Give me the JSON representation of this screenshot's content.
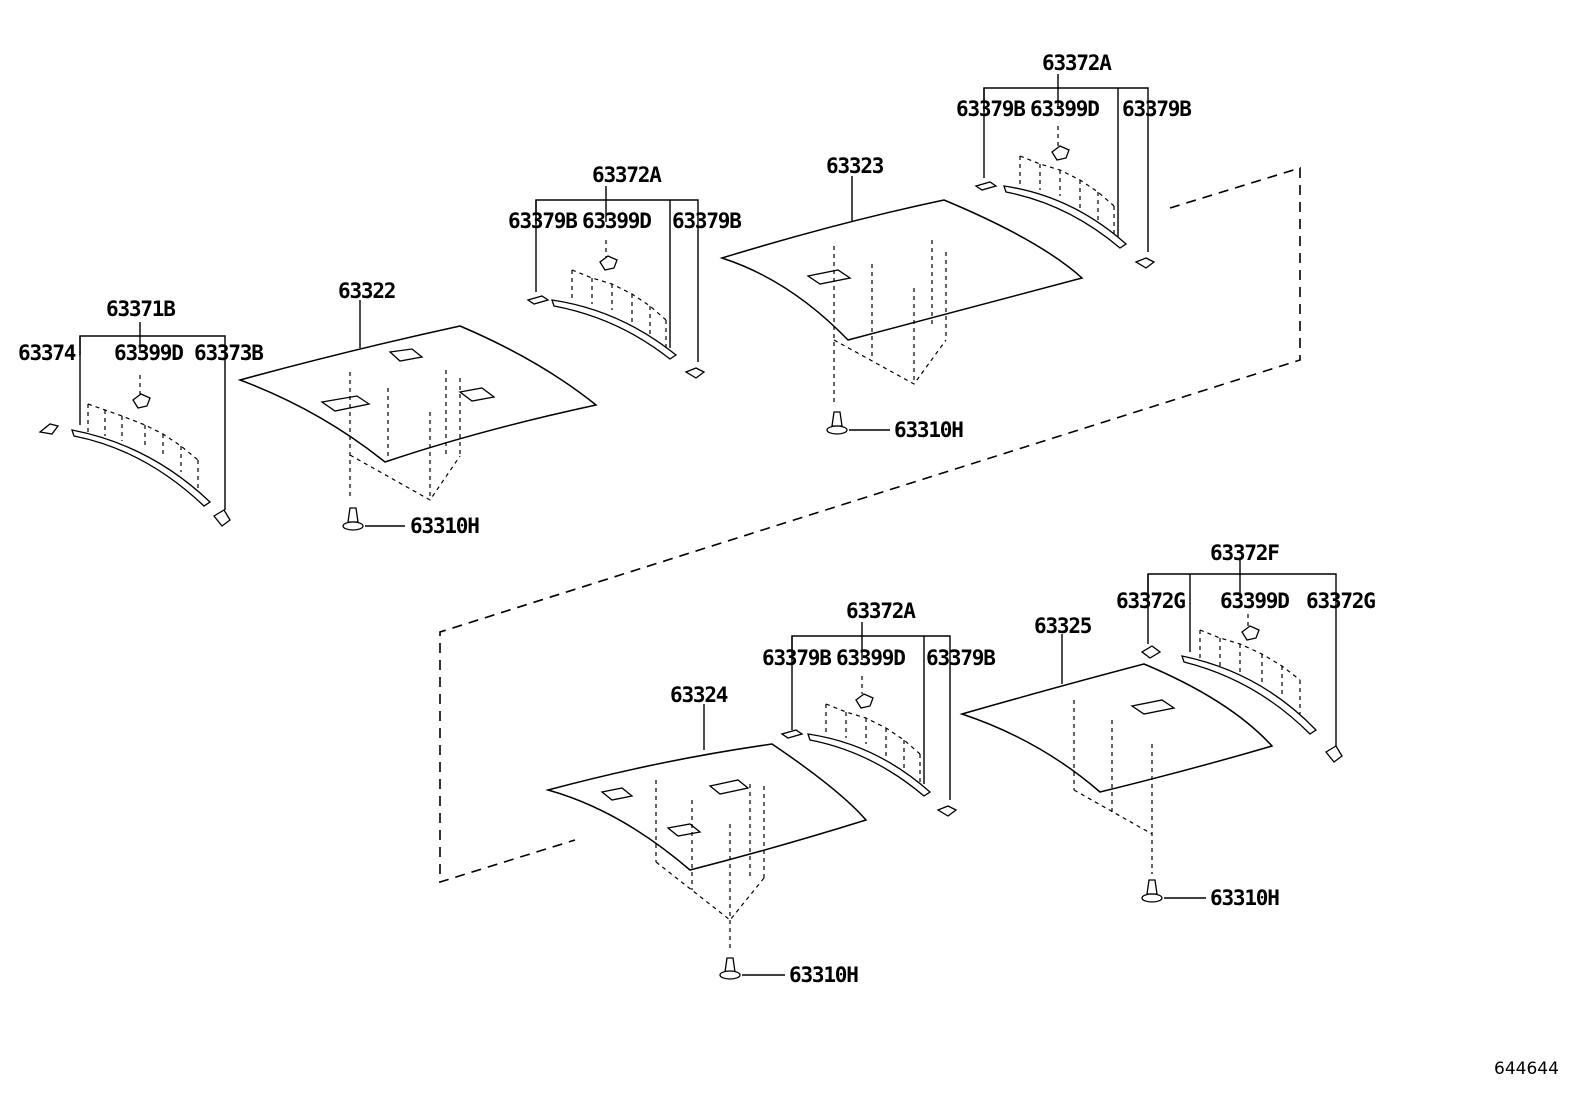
{
  "labels": {
    "g1_top": "63371B",
    "g1_left": "63374",
    "g1_mid": "63399D",
    "g1_right": "63373B",
    "g2_panel": "63322",
    "g2_screw": "63310H",
    "g3_top": "63372A",
    "g3_left": "63379B",
    "g3_mid": "63399D",
    "g3_right": "63379B",
    "g4_panel": "63323",
    "g4_screw": "63310H",
    "g5_top": "63372A",
    "g5_left": "63379B",
    "g5_mid": "63399D",
    "g5_right": "63379B",
    "g6_panel": "63324",
    "g6_screw": "63310H",
    "g7_top": "63372A",
    "g7_left": "63379B",
    "g7_mid": "63399D",
    "g7_right": "63379B",
    "g8_panel": "63325",
    "g8_screw": "63310H",
    "g9_top": "63372F",
    "g9_left": "63372G",
    "g9_mid": "63399D",
    "g9_right": "63372G"
  },
  "diagram_id": "644644"
}
